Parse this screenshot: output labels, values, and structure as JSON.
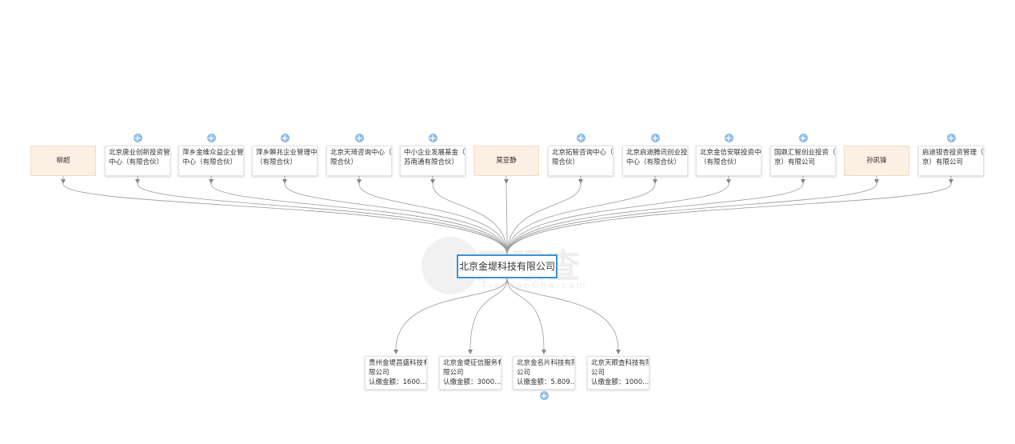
{
  "watermark": {
    "main": "天眼查",
    "sub": "TianYanCha.com"
  },
  "center": {
    "label": "北京金堤科技有限公司"
  },
  "expand_symbol": "+",
  "shareholders": [
    {
      "name": "柳超",
      "type": "person",
      "expandable": false
    },
    {
      "name": "北京唐业创新投资管理中心（有限合伙）",
      "type": "company",
      "expandable": true
    },
    {
      "name": "萍乡金维众益企业管理中心（有限合伙）",
      "type": "company",
      "expandable": true
    },
    {
      "name": "萍乡瞬兆企业管理中心（有限合伙）",
      "type": "company",
      "expandable": true
    },
    {
      "name": "北京天琦咨询中心（有限合伙）",
      "type": "company",
      "expandable": true
    },
    {
      "name": "中小企业发展基金（江苏南通有限合伙）",
      "type": "company",
      "expandable": true
    },
    {
      "name": "莫亚静",
      "type": "person",
      "expandable": false
    },
    {
      "name": "北京拓智咨询中心（有限合伙）",
      "type": "company",
      "expandable": true
    },
    {
      "name": "北京启迪腾讯创业投资中心（有限合伙）",
      "type": "company",
      "expandable": true
    },
    {
      "name": "北京金信安联投资中心（有限合伙）",
      "type": "company",
      "expandable": true
    },
    {
      "name": "国鼎汇智创业投资（北京）有限公司",
      "type": "company",
      "expandable": true
    },
    {
      "name": "孙凯锋",
      "type": "person",
      "expandable": false
    },
    {
      "name": "启迪银杏投资管理（北京）有限公司",
      "type": "company",
      "expandable": true
    }
  ],
  "investments": [
    {
      "name": "贵州金堤昌盛科技有限公司",
      "amount": "认缴金额：1600...",
      "expandable": false
    },
    {
      "name": "北京金堤征信服务有限公司",
      "amount": "认缴金额：3000...",
      "expandable": false
    },
    {
      "name": "北京金名片科技有限公司",
      "amount": "认缴金额：5.809...",
      "expandable": true
    },
    {
      "name": "北京天眼查科技有限公司",
      "amount": "认缴金额：1000...",
      "expandable": false
    }
  ],
  "colors": {
    "person_fill": "#fcefe3",
    "center_border": "#3f92d0",
    "edge": "#999999",
    "expand": "#8fbde8"
  }
}
